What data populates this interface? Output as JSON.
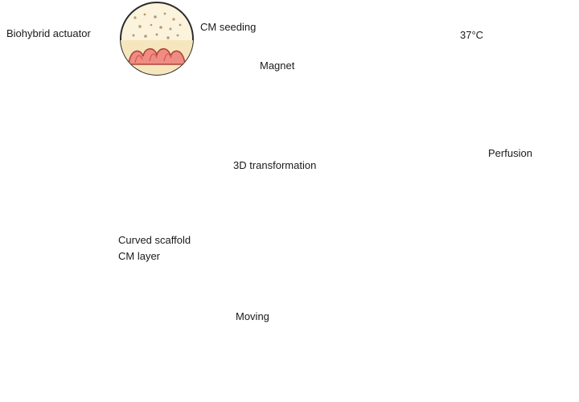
{
  "labels": {
    "biohybrid_actuator": "Biohybrid actuator",
    "cm_seeding": "CM seeding",
    "magnet": "Magnet",
    "temperature": "37°C",
    "transformation": "3D transformation",
    "perfusion": "Perfusion",
    "curved_scaffold": "Curved scaffold",
    "cm_layer": "CM layer",
    "moving": "Moving"
  },
  "colors": {
    "outline": "#2b2b2b",
    "tissue_pink": "#ef8c84",
    "tissue_dark": "#d2564f",
    "cream": "#f6e6bd",
    "water_blue": "#bfe3ef",
    "deep_blue": "#5e86c9",
    "vessel_red": "#c2332c",
    "platform": "#dfe9f6",
    "panel_bg": "#f7ecc8",
    "blood_bg": "#6b8fd0"
  },
  "icons": [
    "magnet-icon",
    "flower-scaffold-icon",
    "branch-scaffold-icon",
    "arrow-icon"
  ]
}
